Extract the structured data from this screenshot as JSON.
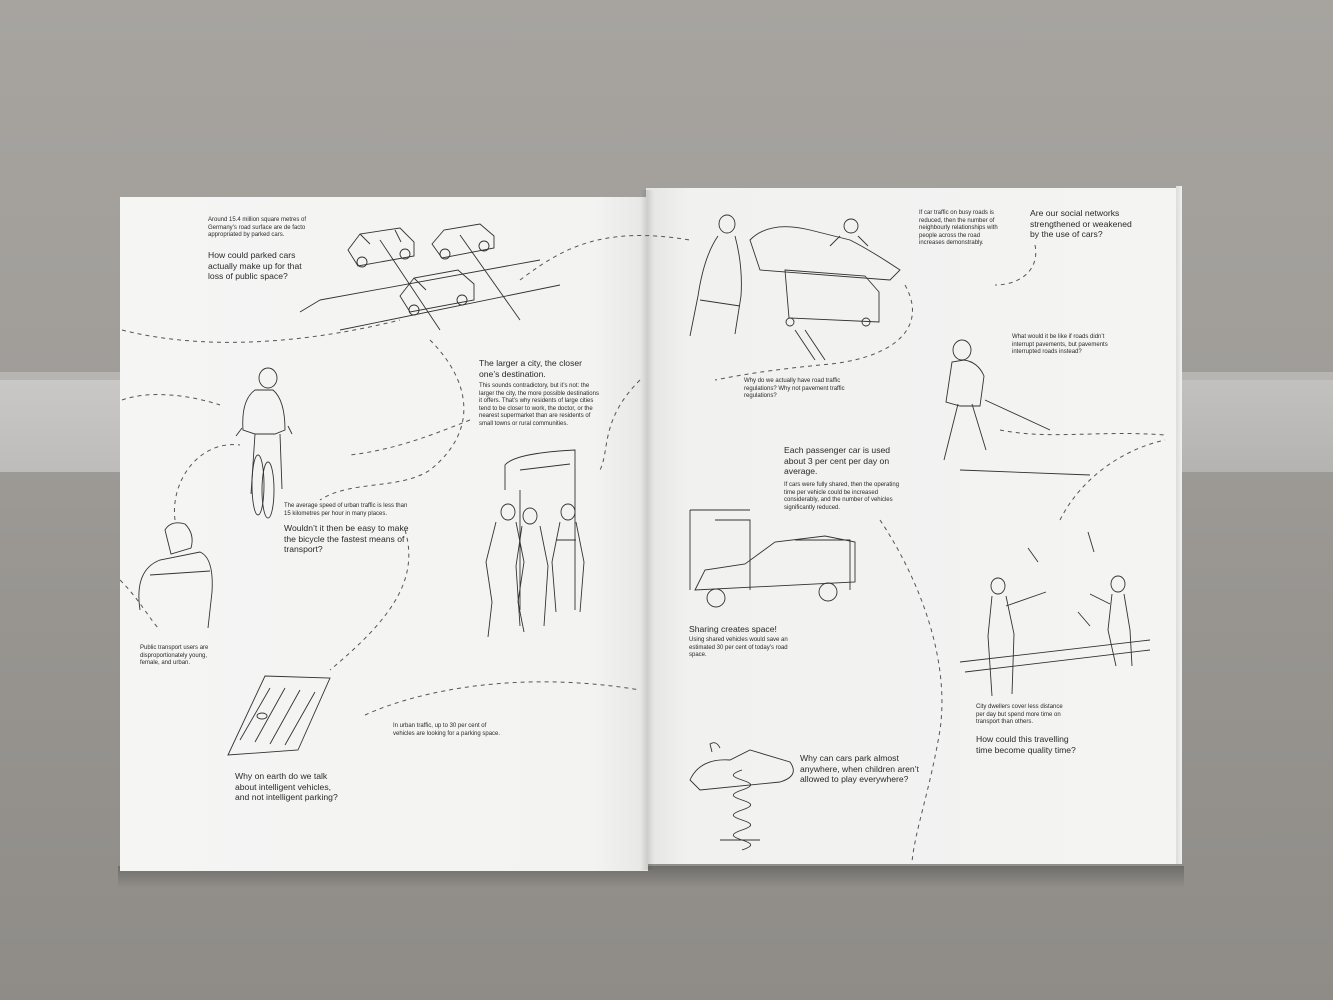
{
  "texts": {
    "parked_fact": "Around 15.4 million square metres of Germany’s road surface are de facto appropriated by parked cars.",
    "parked_question": "How could parked cars actually make up for that loss of public space?",
    "city_heading": "The larger a city, the closer one’s destination.",
    "city_body": "This sounds contradictory, but it’s not: the larger the city, the more possible destinations it offers. That’s why residents of large cities tend to be closer to work, the doctor, or the nearest supermarket than are residents of small towns or rural communities.",
    "bike_fact": "The average speed of urban traffic is less than 15 kilometres per hour in many places.",
    "bike_question": "Wouldn’t it then be easy to make the bicycle the fastest means of transport?",
    "transit_fact": "Public transport users are disproportionately young, female, and urban.",
    "parking_search_fact": "In urban traffic, up to 30 per cent of vehicles are looking for a parking space.",
    "intelligent_question": "Why on earth do we talk about intelligent vehicles, and not intelligent parking?",
    "regulations_question": "Why do we actually have road traffic regulations? Why not pavement traffic regulations?",
    "neighbour_fact": "If car traffic on busy roads is reduced, then the number of neighbourly relationships with people across the road increases demonstrably.",
    "social_question": "Are our social networks strengthened or weakened by the use of cars?",
    "pavement_question": "What would it be like if roads didn’t interrupt pavements, but pavements interrupted roads instead?",
    "car_use_heading": "Each passenger car is used about 3 per cent per day on average.",
    "car_use_body": "If cars were fully shared, then the operating time per vehicle could be increased considerably, and the number of vehicles significantly reduced.",
    "sharing_heading": "Sharing creates space!",
    "sharing_body": "Using shared vehicles would save an estimated 30 per cent of today’s road space.",
    "children_question": "Why can cars park almost anywhere, when children aren’t allowed to play everywhere?",
    "city_dwellers_fact": "City dwellers cover less distance per day but spend more time on transport than others.",
    "quality_question": "How could this travelling time become quality time?"
  },
  "colors": {
    "paper": "#f4f4f3",
    "ink": "#2a2a2a",
    "concrete": "#a19e9a"
  }
}
